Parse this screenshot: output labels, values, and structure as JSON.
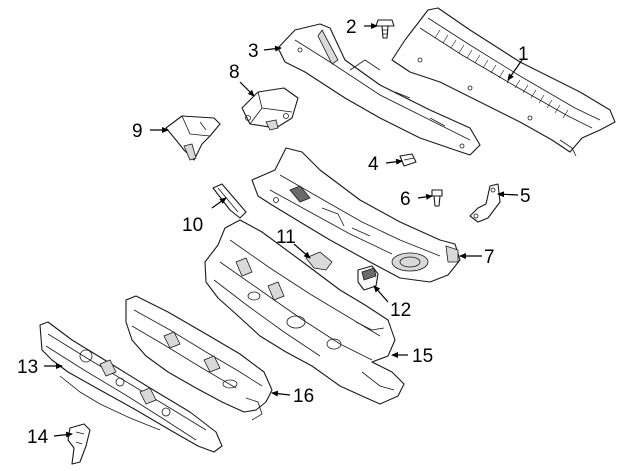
{
  "diagram": {
    "callouts": [
      {
        "id": "callout-1",
        "text": "1"
      },
      {
        "id": "callout-2",
        "text": "2"
      },
      {
        "id": "callout-3",
        "text": "3"
      },
      {
        "id": "callout-4",
        "text": "4"
      },
      {
        "id": "callout-5",
        "text": "5"
      },
      {
        "id": "callout-6",
        "text": "6"
      },
      {
        "id": "callout-7",
        "text": "7"
      },
      {
        "id": "callout-8",
        "text": "8"
      },
      {
        "id": "callout-9",
        "text": "9"
      },
      {
        "id": "callout-10",
        "text": "10"
      },
      {
        "id": "callout-11",
        "text": "11"
      },
      {
        "id": "callout-12",
        "text": "12"
      },
      {
        "id": "callout-13",
        "text": "13"
      },
      {
        "id": "callout-14",
        "text": "14"
      },
      {
        "id": "callout-15",
        "text": "15"
      },
      {
        "id": "callout-16",
        "text": "16"
      }
    ]
  }
}
